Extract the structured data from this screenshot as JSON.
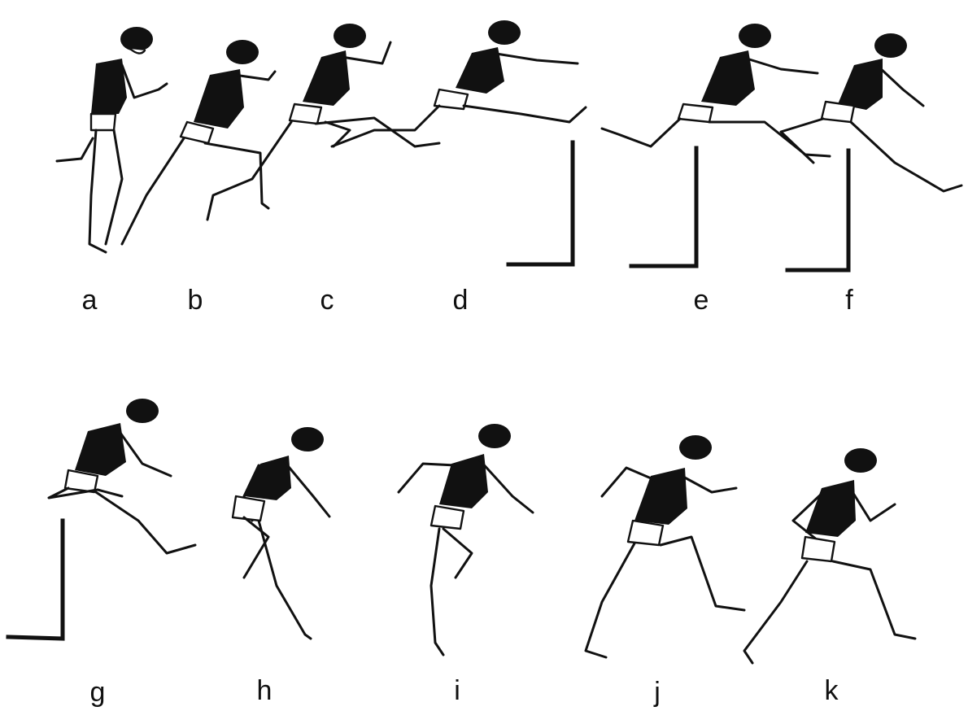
{
  "figure": {
    "frames": [
      {
        "id": "a",
        "label": "a"
      },
      {
        "id": "b",
        "label": "b"
      },
      {
        "id": "c",
        "label": "c"
      },
      {
        "id": "d",
        "label": "d"
      },
      {
        "id": "e",
        "label": "e"
      },
      {
        "id": "f",
        "label": "f"
      },
      {
        "id": "g",
        "label": "g"
      },
      {
        "id": "h",
        "label": "h"
      },
      {
        "id": "i",
        "label": "i"
      },
      {
        "id": "j",
        "label": "j"
      },
      {
        "id": "k",
        "label": "k"
      }
    ]
  }
}
